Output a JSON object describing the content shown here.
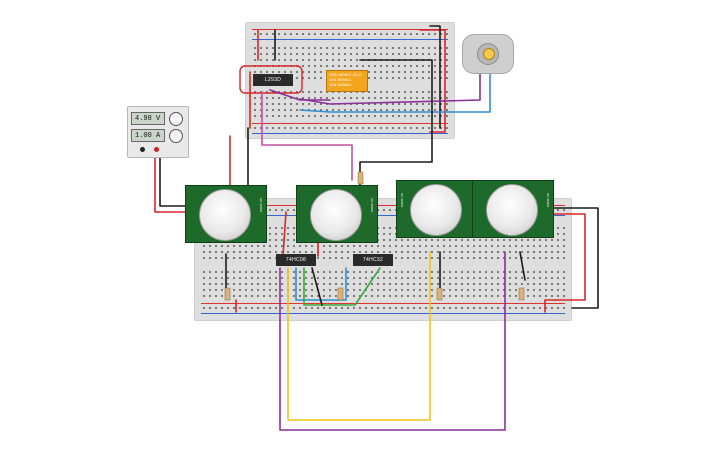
{
  "power_supply": {
    "voltage": "4.98 V",
    "current": "1.00 A"
  },
  "chips": {
    "driver": "L293D",
    "logic_a": "74HC08",
    "logic_b": "74HC32"
  },
  "relay": {
    "label": "SRD-05VDC-SL-C",
    "line1": "10A 250VAC",
    "line2": "10A 125VAC",
    "line3": "10A 30VDC"
  },
  "pir_text": {
    "label": "HC-SR501",
    "side": "PIR MOTION"
  },
  "colors": {
    "wire_red": "#d8262a",
    "wire_black": "#1b1b1b",
    "wire_purple": "#8b2f9a",
    "wire_blue": "#2f8fd3",
    "wire_yellow": "#f0c419",
    "wire_green": "#3aa83a",
    "wire_magenta": "#c54fa3",
    "breadboard": "#dedede",
    "pir_board": "#1d6a2a"
  },
  "icons": [
    "power-supply-icon",
    "dc-motor-icon",
    "pir-sensor-icon",
    "relay-icon",
    "resistor-icon"
  ]
}
